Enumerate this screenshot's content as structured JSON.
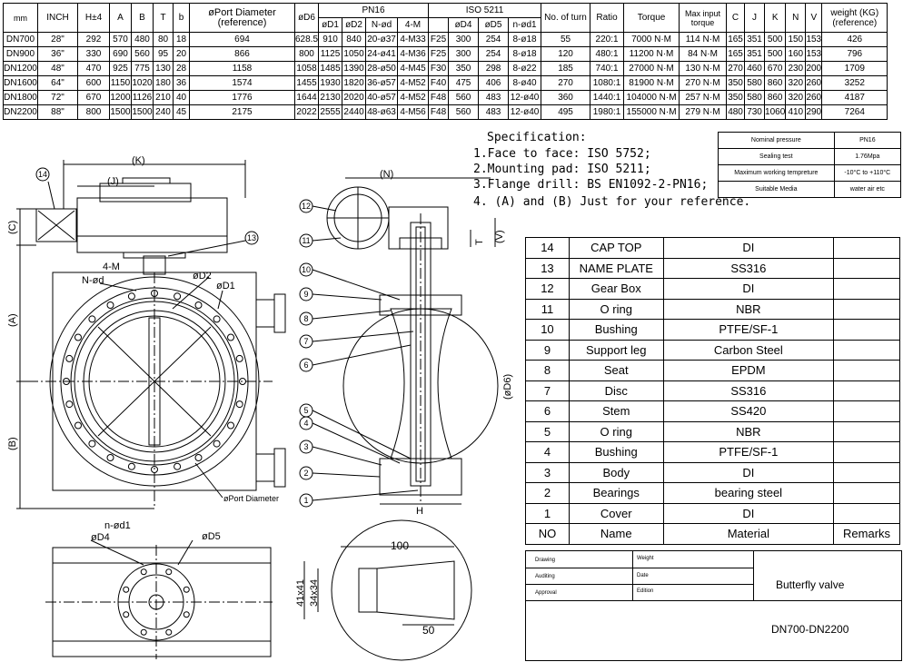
{
  "dims_header1": [
    "mm",
    "INCH",
    "",
    "",
    "",
    "",
    "",
    "øPort Diameter (reference)",
    "",
    "PN16",
    "",
    "",
    "",
    "ISO 5211",
    "",
    "",
    "",
    "",
    "",
    "",
    "",
    "",
    "",
    "",
    "weight (KG) (reference)"
  ],
  "header2": [
    "H±4",
    "A",
    "B",
    "T",
    "b",
    "øD6",
    "øD1",
    "øD2",
    "N-ød",
    "4-M",
    "",
    "øD4",
    "øD5",
    "n-ød1",
    "No. of turn",
    "Ratio",
    "Torque",
    "Max input torque",
    "C",
    "J",
    "K",
    "N",
    "V"
  ],
  "hdr": {
    "mm": "mm",
    "inch": "INCH",
    "port": "øPort Diameter (reference)",
    "pn16": "PN16",
    "iso": "ISO 5211",
    "weight": "weight (KG) (reference)"
  },
  "rows": [
    [
      "DN700",
      "28\"",
      "292",
      "570",
      "480",
      "80",
      "18",
      "694",
      "628.5",
      "910",
      "840",
      "20-ø37",
      "4-M33",
      "F25",
      "300",
      "254",
      "8-ø18",
      "55",
      "220:1",
      "7000 N·M",
      "114 N·M",
      "165",
      "351",
      "500",
      "150",
      "153",
      "426"
    ],
    [
      "DN900",
      "36\"",
      "330",
      "690",
      "560",
      "95",
      "20",
      "866",
      "800",
      "1125",
      "1050",
      "24-ø41",
      "4-M36",
      "F25",
      "300",
      "254",
      "8-ø18",
      "120",
      "480:1",
      "11200 N·M",
      "84 N·M",
      "165",
      "351",
      "500",
      "160",
      "153",
      "796"
    ],
    [
      "DN1200",
      "48\"",
      "470",
      "925",
      "775",
      "130",
      "28",
      "1158",
      "1058",
      "1485",
      "1390",
      "28-ø50",
      "4-M45",
      "F30",
      "350",
      "298",
      "8-ø22",
      "185",
      "740:1",
      "27000 N·M",
      "130 N·M",
      "270",
      "460",
      "670",
      "230",
      "200",
      "1709"
    ],
    [
      "DN1600",
      "64\"",
      "600",
      "1150",
      "1020",
      "180",
      "36",
      "1574",
      "1455",
      "1930",
      "1820",
      "36-ø57",
      "4-M52",
      "F40",
      "475",
      "406",
      "8-ø40",
      "270",
      "1080:1",
      "81900 N·M",
      "270 N·M",
      "350",
      "580",
      "860",
      "320",
      "260",
      "3252"
    ],
    [
      "DN1800",
      "72\"",
      "670",
      "1200",
      "1126",
      "210",
      "40",
      "1776",
      "1644",
      "2130",
      "2020",
      "40-ø57",
      "4-M52",
      "F48",
      "560",
      "483",
      "12-ø40",
      "360",
      "1440:1",
      "104000 N·M",
      "257 N·M",
      "350",
      "580",
      "860",
      "320",
      "260",
      "4187"
    ],
    [
      "DN2200",
      "88\"",
      "800",
      "1500",
      "1500",
      "240",
      "45",
      "2175",
      "2022",
      "2555",
      "2440",
      "48-ø63",
      "4-M56",
      "F48",
      "560",
      "483",
      "12-ø40",
      "495",
      "1980:1",
      "155000 N·M",
      "279 N·M",
      "480",
      "730",
      "1060",
      "410",
      "290",
      "7264"
    ]
  ],
  "spec": {
    "title": "Specification:",
    "l1": "1.Face to face: ISO 5752;",
    "l2": "2.Mounting pad: ISO 5211;",
    "l3": "3.Flange drill: BS EN1092-2-PN16;",
    "l4": "4. (A) and (B) Just for your reference."
  },
  "test": [
    [
      "Nominal pressure",
      "PN16"
    ],
    [
      "Sealing test",
      "1.76Mpa"
    ],
    [
      "Maximum working tempreture",
      "-10°C to +110°C"
    ],
    [
      "Suitable Media",
      "water air etc"
    ]
  ],
  "parts": [
    [
      "14",
      "CAP TOP",
      "DI",
      ""
    ],
    [
      "13",
      "NAME PLATE",
      "SS316",
      ""
    ],
    [
      "12",
      "Gear Box",
      "DI",
      ""
    ],
    [
      "11",
      "O ring",
      "NBR",
      ""
    ],
    [
      "10",
      "Bushing",
      "PTFE/SF-1",
      ""
    ],
    [
      "9",
      "Support  leg",
      "Carbon Steel",
      ""
    ],
    [
      "8",
      "Seat",
      "EPDM",
      ""
    ],
    [
      "7",
      "Disc",
      "SS316",
      ""
    ],
    [
      "6",
      "Stem",
      "SS420",
      ""
    ],
    [
      "5",
      "O ring",
      "NBR",
      ""
    ],
    [
      "4",
      "Bushing",
      "PTFE/SF-1",
      ""
    ],
    [
      "3",
      "Body",
      "DI",
      ""
    ],
    [
      "2",
      "Bearings",
      "bearing steel",
      ""
    ],
    [
      "1",
      "Cover",
      "DI",
      ""
    ],
    [
      "NO",
      "Name",
      "Material",
      "Remarks"
    ]
  ],
  "titleblock": {
    "drawing": "Drawing",
    "weight": "Weight",
    "auditing": "Auditing",
    "date": "Date",
    "approval": "Approval",
    "edition": "Edition",
    "name": "Butterfly valve",
    "range": "DN700-DN2200"
  },
  "labels": {
    "K": "(K)",
    "J": "(J)",
    "N": "(N)",
    "A": "(A)",
    "B": "(B)",
    "C": "(C)",
    "V": "(V)",
    "T": "T",
    "H": "H",
    "D6": "(øD6)",
    "Nd": "N-ød",
    "M4": "4-M",
    "D2": "øD2",
    "D1": "øD1",
    "port": "øPort Diameter",
    "nd1": "n-ød1",
    "D4": "øD4",
    "D5": "øD5",
    "d100": "100",
    "d50": "50",
    "d41": "41x41",
    "d34": "34x34"
  },
  "callouts": [
    "14",
    "13",
    "12",
    "11",
    "10",
    "9",
    "8",
    "7",
    "6",
    "5",
    "4",
    "3",
    "2",
    "1"
  ]
}
